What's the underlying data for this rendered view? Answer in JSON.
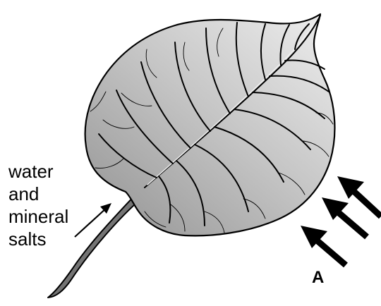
{
  "labels": {
    "input_line_1": "water",
    "input_line_2": "and",
    "input_line_3": "mineral",
    "input_line_4": "salts",
    "arrow_label": "A"
  },
  "colors": {
    "leaf_fill_light": "#e6e6e6",
    "leaf_fill_dark": "#9c9c9c",
    "outline": "#000000",
    "background": "#ffffff"
  }
}
